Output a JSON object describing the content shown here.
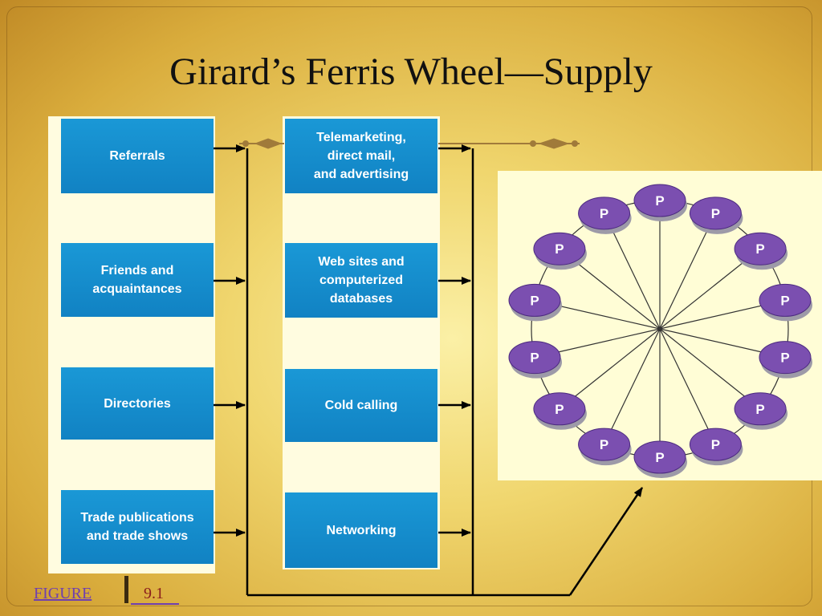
{
  "slide": {
    "title": "Girard’s Ferris Wheel—Supply",
    "figure_label": "FIGURE",
    "figure_number": "9.1"
  },
  "sources_left": [
    "Referrals",
    "Friends and\nacquaintances",
    "Directories",
    "Trade publications\nand trade shows"
  ],
  "sources_right": [
    "Telemarketing,\ndirect mail,\nand advertising",
    "Web sites and\ncomputerized\ndatabases",
    "Cold calling",
    "Networking"
  ],
  "wheel": {
    "node_label": "P",
    "node_count": 14,
    "colors": {
      "node_fill": "#7b4fb0",
      "node_edge": "#4d2b80",
      "spoke": "#333333"
    }
  },
  "colors": {
    "box": "#1a8fd0",
    "panel": "#fffce0",
    "ornament": "#a07a3a",
    "connector": "#000000"
  }
}
